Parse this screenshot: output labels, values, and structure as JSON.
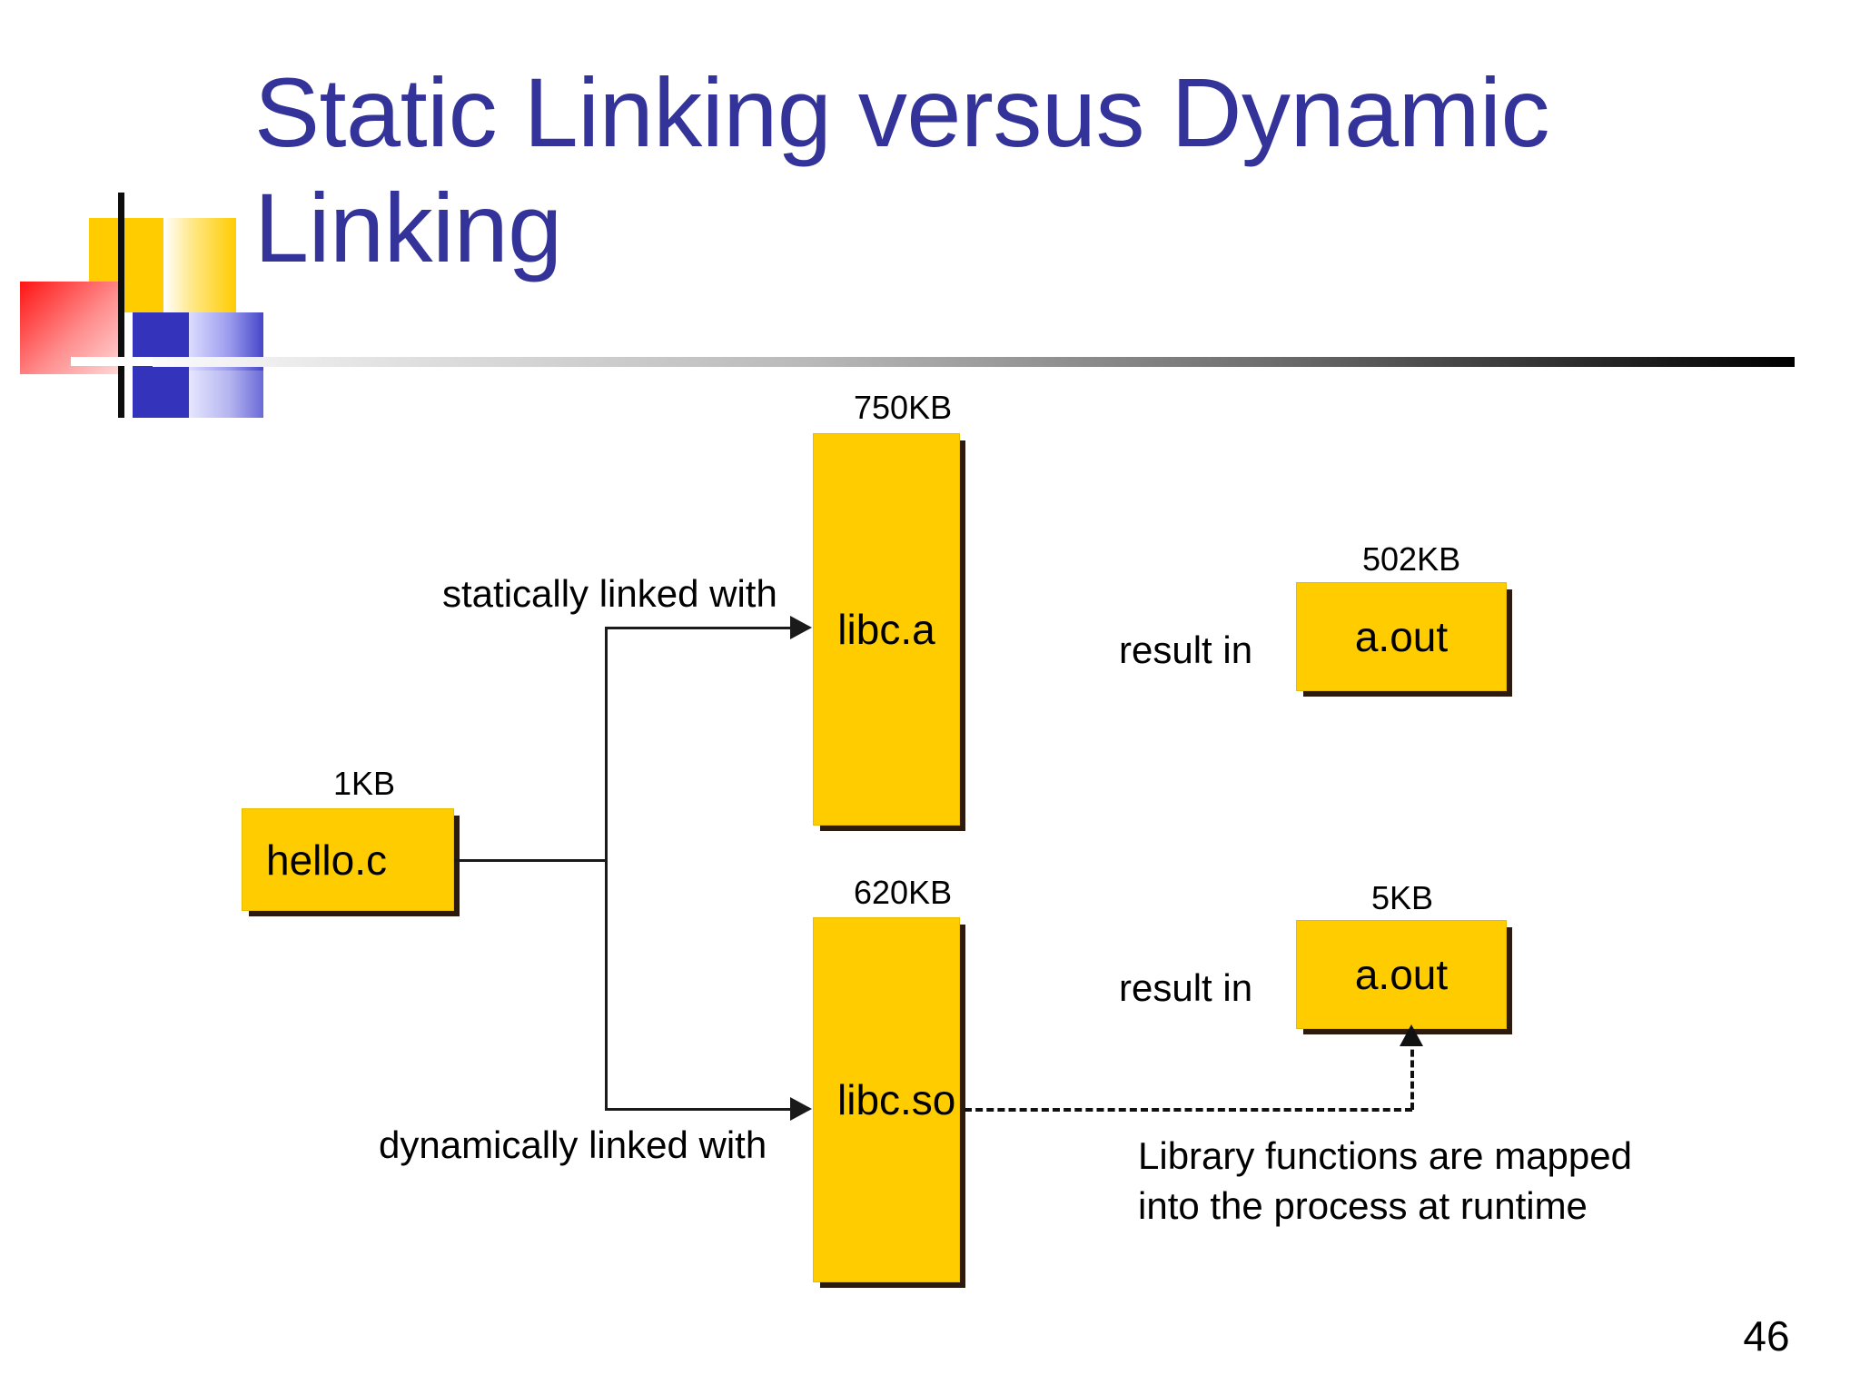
{
  "slide": {
    "title": "Static Linking versus Dynamic Linking",
    "page_number": "46",
    "title_color": "#33339A",
    "box_color": "#FFCC00",
    "text_color": "#000000"
  },
  "diagram": {
    "type": "flow",
    "nodes": [
      {
        "id": "source",
        "label": "hello.c",
        "size": "1KB"
      },
      {
        "id": "libc_a",
        "label": "libc.a",
        "size": "750KB"
      },
      {
        "id": "libc_so",
        "label": "libc.so",
        "size": "620KB"
      },
      {
        "id": "out_static",
        "label": "a.out",
        "size": "502KB"
      },
      {
        "id": "out_dyn",
        "label": "a.out",
        "size": "5KB"
      }
    ],
    "edges": [
      {
        "from": "source",
        "to": "libc_a",
        "label": "statically linked with",
        "style": "solid"
      },
      {
        "from": "source",
        "to": "libc_so",
        "label": "dynamically linked with",
        "style": "solid"
      },
      {
        "from": "libc_a",
        "to": "out_static",
        "label": "result in",
        "style": "none"
      },
      {
        "from": "libc_so",
        "to": "out_dyn",
        "label": "result in",
        "style": "none"
      },
      {
        "from": "libc_so",
        "to": "out_dyn",
        "label": "",
        "style": "dashed"
      }
    ],
    "labels": {
      "statically_linked": "statically linked with",
      "dynamically_linked": "dynamically linked with",
      "result_in_static": "result in",
      "result_in_dynamic": "result in",
      "runtime_note": "Library functions are mapped\ninto the process at runtime"
    }
  }
}
